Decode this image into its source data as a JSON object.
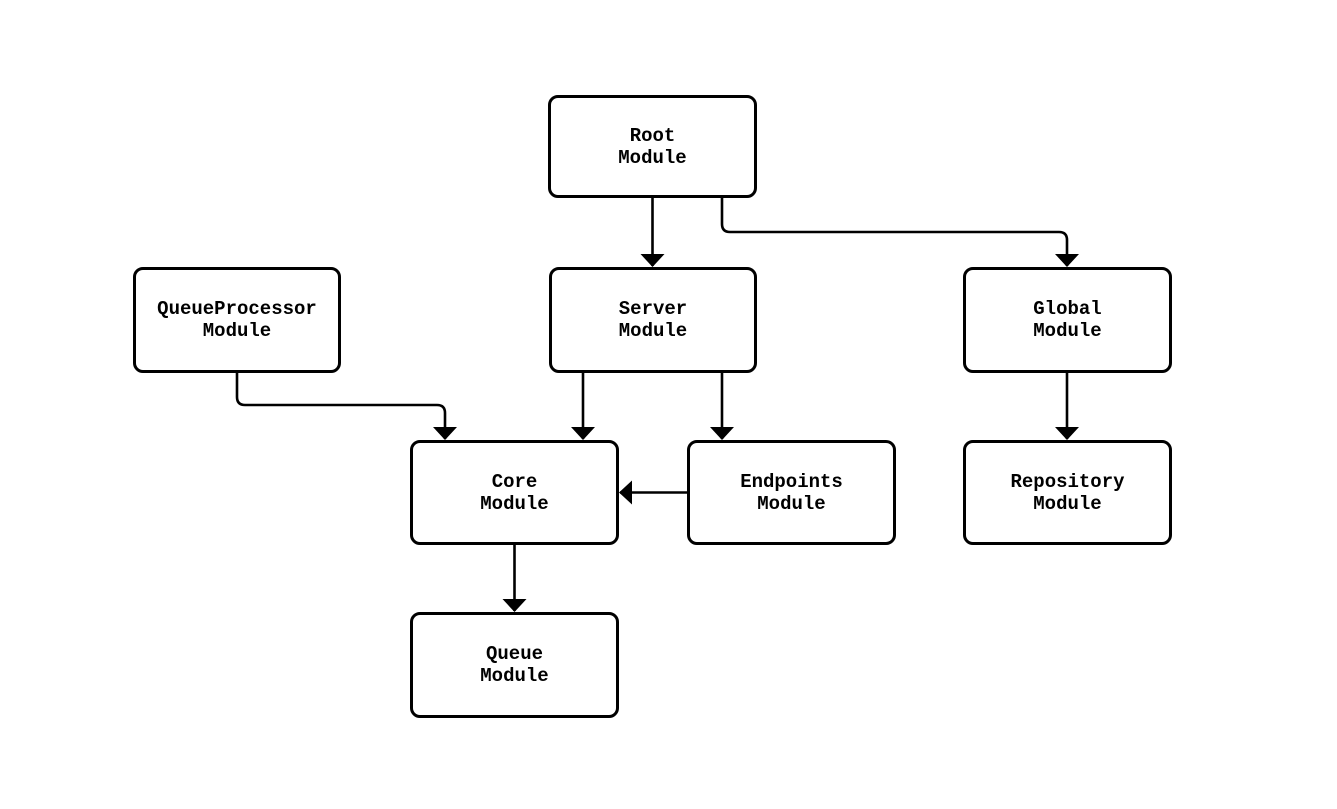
{
  "diagram": {
    "type": "flowchart",
    "direction": "top-down",
    "background_color": "#ffffff",
    "stroke_color": "#000000",
    "text_color": "#000000",
    "nodes": [
      {
        "id": "root",
        "label": "Root\nModule"
      },
      {
        "id": "server",
        "label": "Server\nModule"
      },
      {
        "id": "global",
        "label": "Global\nModule"
      },
      {
        "id": "queueprocessor",
        "label": "QueueProcessor\nModule"
      },
      {
        "id": "core",
        "label": "Core\nModule"
      },
      {
        "id": "endpoints",
        "label": "Endpoints\nModule"
      },
      {
        "id": "repository",
        "label": "Repository\nModule"
      },
      {
        "id": "queue",
        "label": "Queue\nModule"
      }
    ],
    "edges": [
      {
        "from": "root",
        "to": "server"
      },
      {
        "from": "root",
        "to": "global"
      },
      {
        "from": "queueprocessor",
        "to": "core"
      },
      {
        "from": "server",
        "to": "core"
      },
      {
        "from": "server",
        "to": "endpoints"
      },
      {
        "from": "endpoints",
        "to": "core"
      },
      {
        "from": "global",
        "to": "repository"
      },
      {
        "from": "core",
        "to": "queue"
      }
    ]
  }
}
